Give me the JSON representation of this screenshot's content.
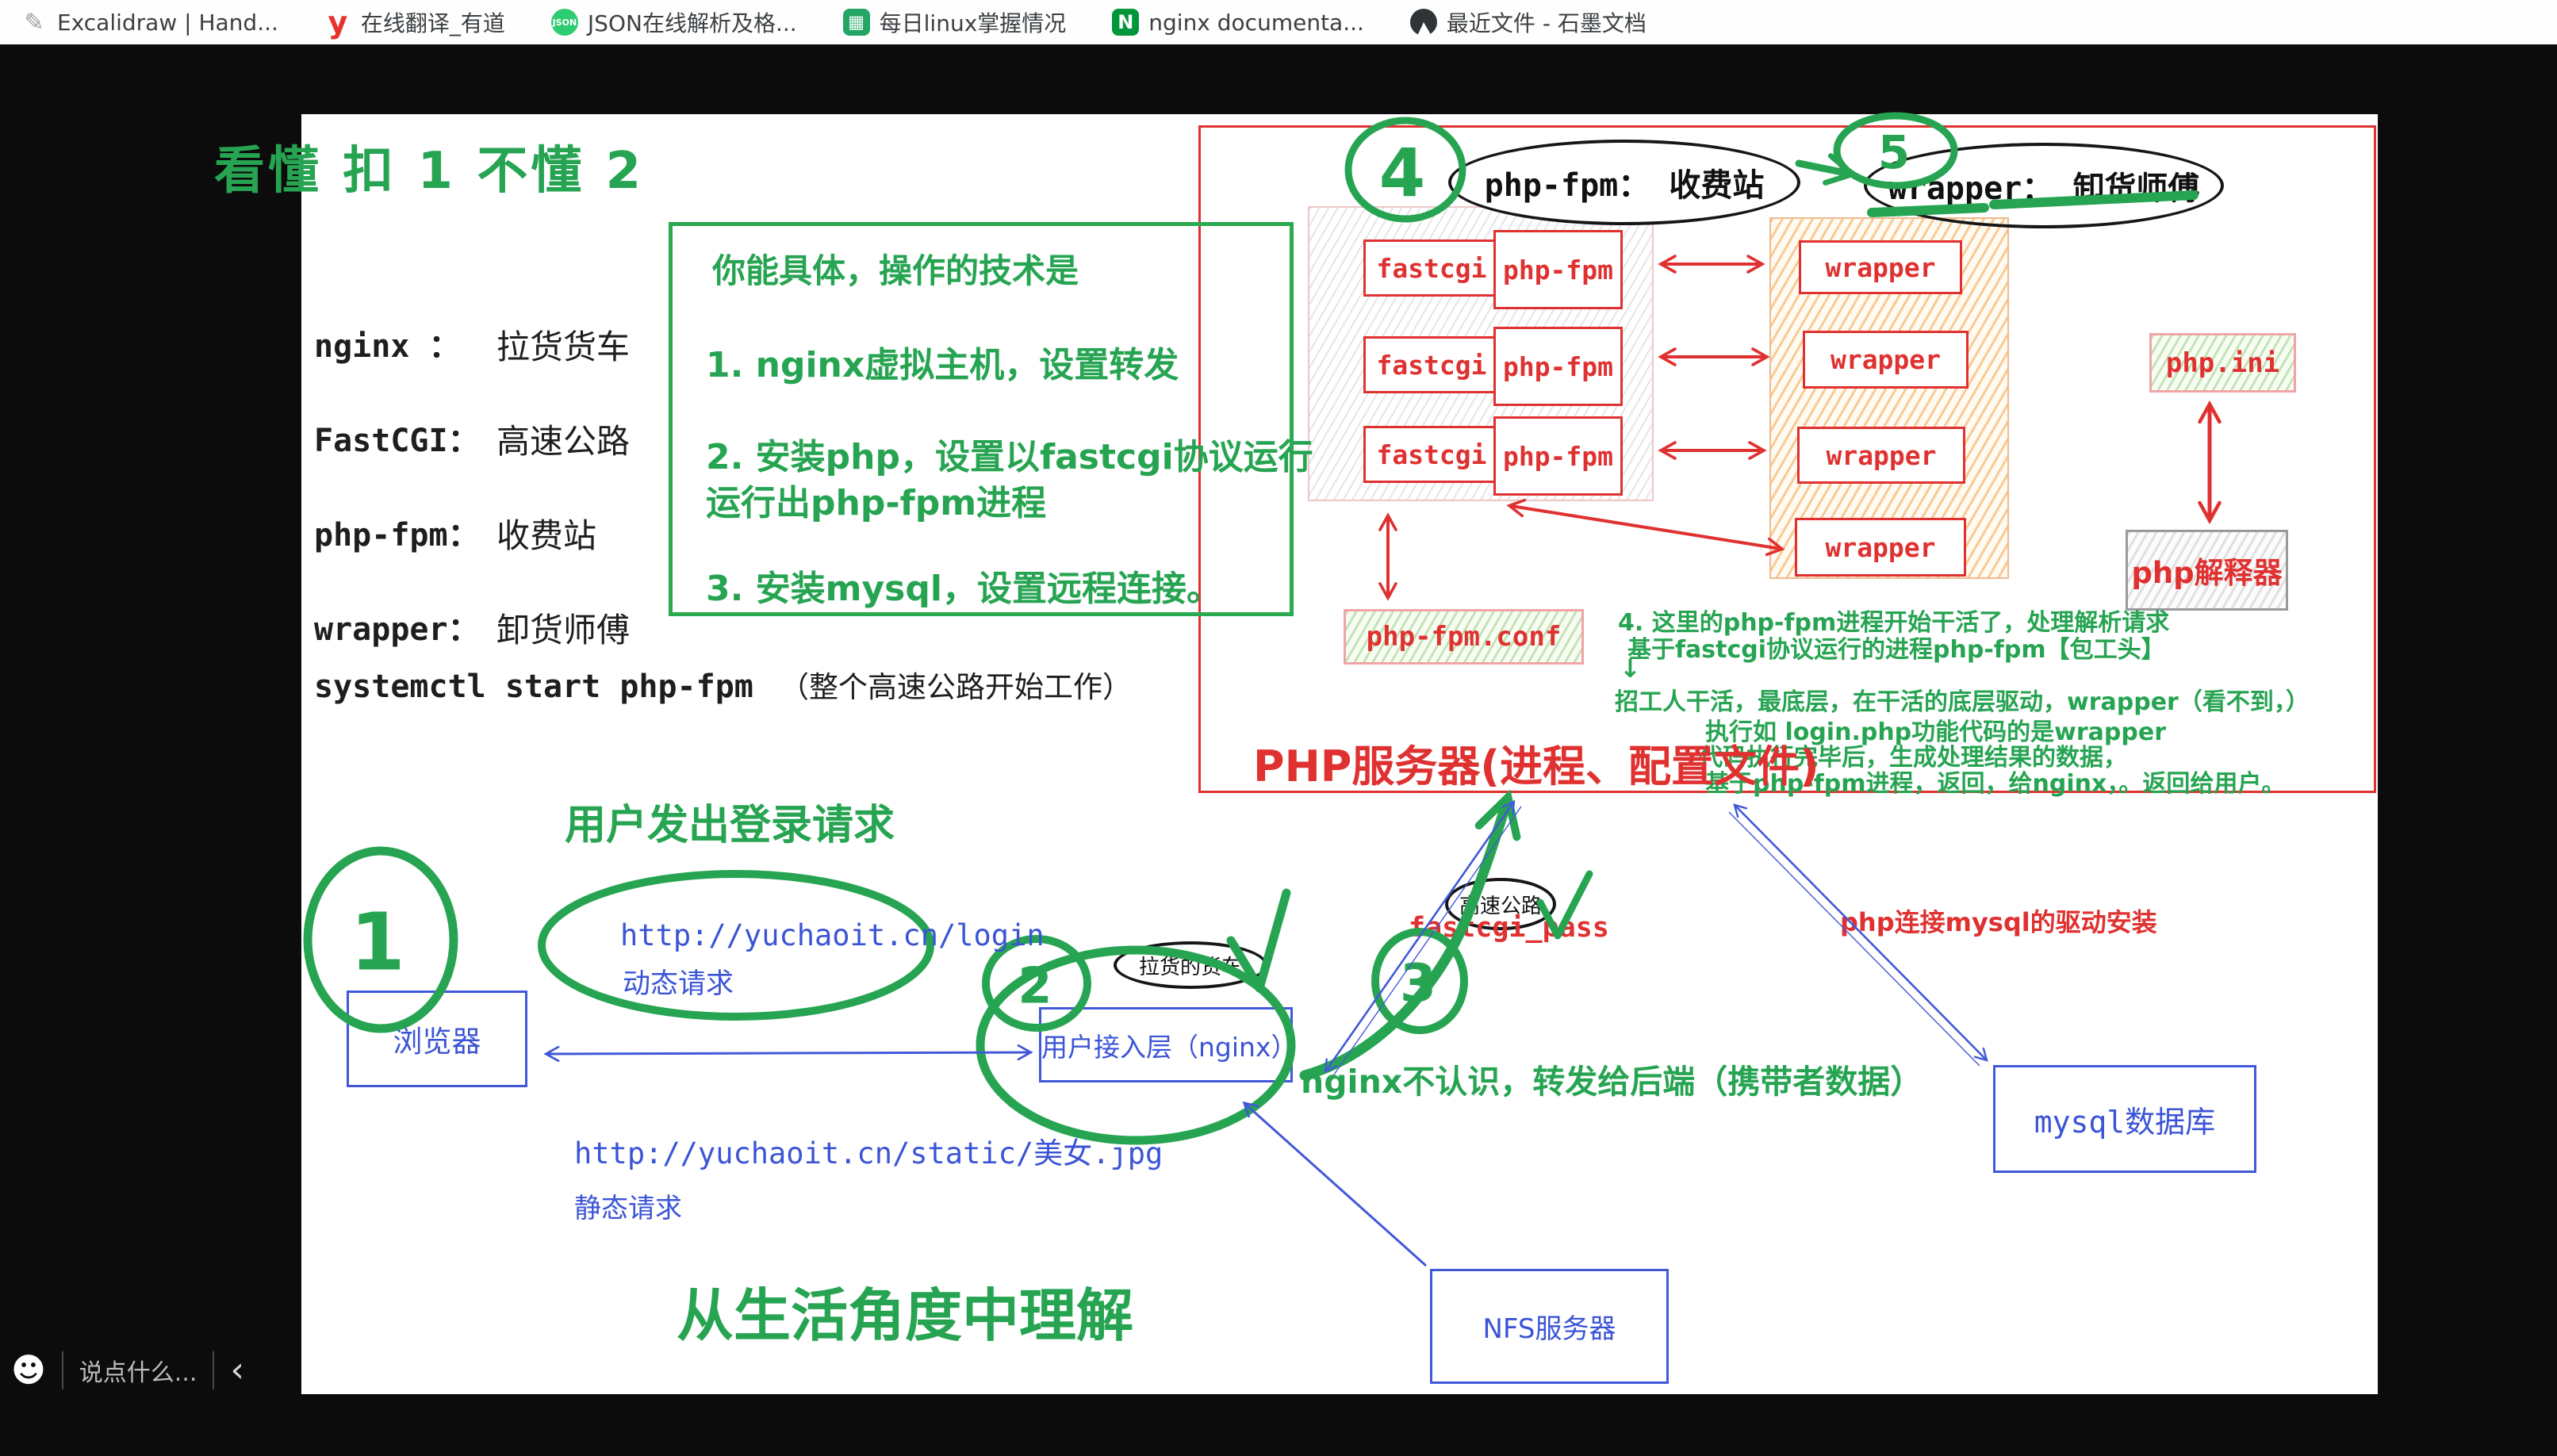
{
  "bookmarks_bar": {
    "items": [
      {
        "label": "Excalidraw | Hand..."
      },
      {
        "label": "在线翻译_有道"
      },
      {
        "label": "JSON在线解析及格..."
      },
      {
        "label": "每日linux掌握情况"
      },
      {
        "label": "nginx documenta..."
      },
      {
        "label": "最近文件 - 石墨文档"
      }
    ]
  },
  "title": "看懂 扣 1  不懂 2",
  "legend": {
    "rows": [
      {
        "term": "nginx ：",
        "meaning": "拉货货车"
      },
      {
        "term": "FastCGI：",
        "meaning": "高速公路"
      },
      {
        "term": "php-fpm：",
        "meaning": "收费站"
      },
      {
        "term": "wrapper：",
        "meaning": "卸货师傅"
      }
    ],
    "command": "systemctl  start php-fpm",
    "command_note": "（整个高速公路开始工作）"
  },
  "green_box": {
    "intro": "你能具体，操作的技术是",
    "step1": "1. nginx虚拟主机，设置转发",
    "step2": "2. 安装php，设置以fastcgi协议运行",
    "step2_cont": "运行出php-fpm进程",
    "step3": "3. 安装mysql，设置远程连接。"
  },
  "top_right": {
    "badge4": "4",
    "phpfpm_oval": "php-fpm：  收费站",
    "badge5": "5",
    "wrapper_oval": "wrapper：  卸货师傅"
  },
  "php_server": {
    "fastcgi": "fastcgi",
    "phpfpm": "php-fpm",
    "wrapper": "wrapper",
    "php_ini": "php.ini",
    "php_interpreter": "php解释器",
    "conf_file": "php-fpm.conf",
    "title": "PHP服务器(进程、配置文件)",
    "note_lines": [
      "4. 这里的php-fpm进程开始干活了，处理解析请求",
      "基于fastcgi协议运行的进程php-fpm【包工头】",
      "↓",
      "招工人干活，最底层，在干活的底层驱动，wrapper（看不到，）",
      "执行如 login.php功能代码的是wrapper",
      "代码执行完毕后，生成处理结果的数据，",
      "基于php-fpm进程，返回，给nginx，。返回给用户。"
    ]
  },
  "flow": {
    "heading": "用户发出登录请求",
    "badge1": "1",
    "login_url": "http://yuchaoit.cn/login",
    "login_type": "动态请求",
    "browser_box": "浏览器",
    "badge2": "2",
    "truck_oval": "拉货的货车",
    "nginx_box": "用户接入层（nginx）",
    "badge3": "3",
    "highway_oval": "高速公路",
    "fastcgi_pass": "fastcgi_pass",
    "nginx_note": "nginx不认识，转发给后端（携带者数据）",
    "static_url": "http://yuchaoit.cn/static/美女.jpg",
    "static_type": "静态请求",
    "bottom_title": "从生活角度中理解",
    "mysql_driver_note": "php连接mysql的驱动安装",
    "mysql_box": "mysql数据库",
    "nfs_box": "NFS服务器"
  },
  "chat": {
    "placeholder": "说点什么...",
    "collapse_icon": "‹"
  },
  "colors": {
    "green": "#27a452",
    "red": "#e03131",
    "blue": "#4159d8",
    "ink": "#1e1e1e"
  }
}
